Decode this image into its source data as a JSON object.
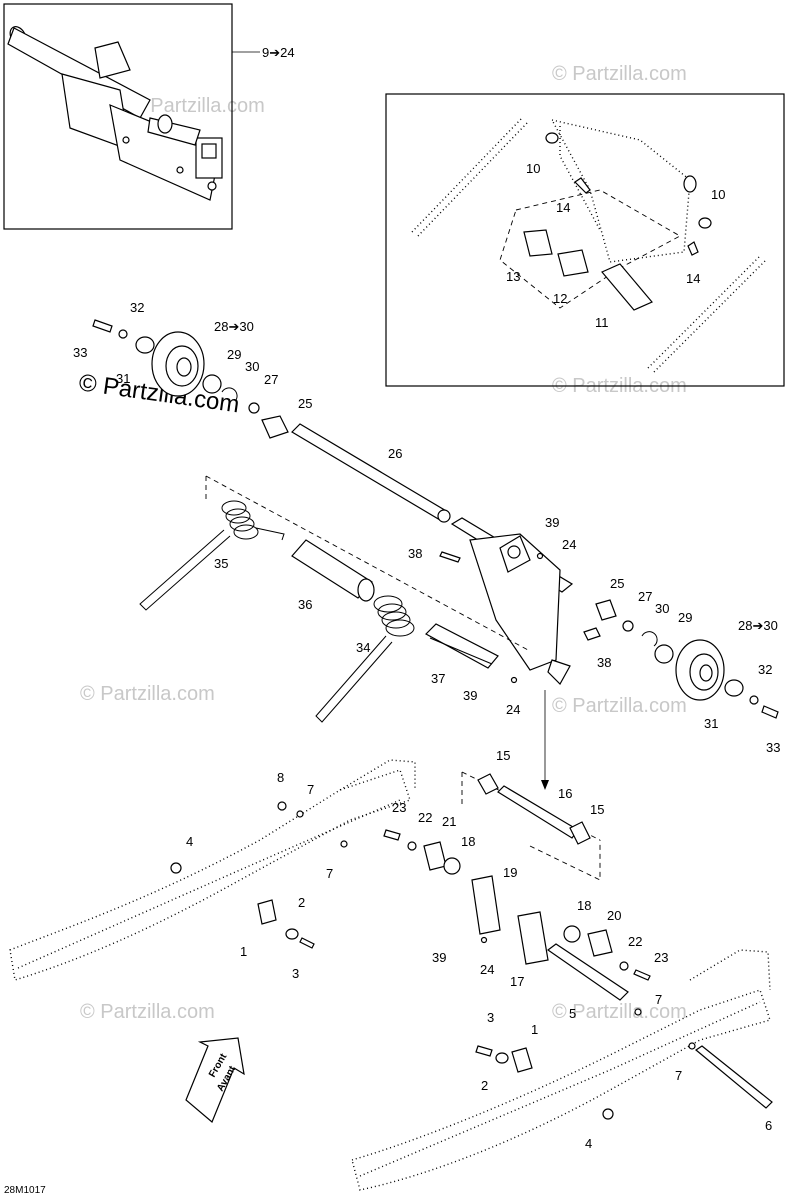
{
  "watermark": {
    "copyright_text": "© Partzilla.com",
    "repeat_text": "© Partzilla.com"
  },
  "diagram_code": "28M1017",
  "front_arrow": {
    "line1": "Front",
    "line2": "Avant"
  },
  "callouts": {
    "c9_24": "9➔24",
    "c10a": "10",
    "c10b": "10",
    "c14a": "14",
    "c14b": "14",
    "c13": "13",
    "c12": "12",
    "c11": "11",
    "c32a": "32",
    "c33a": "33",
    "c31a": "31",
    "c28_30a": "28➔30",
    "c29a": "29",
    "c30a": "30",
    "c27a": "27",
    "c25a": "25",
    "c26": "26",
    "c39a": "39",
    "c24a": "24",
    "c38a": "38",
    "c35": "35",
    "c36": "36",
    "c34": "34",
    "c37": "37",
    "c25b": "25",
    "c27b": "27",
    "c30b": "30",
    "c29b": "29",
    "c28_30b": "28➔30",
    "c38b": "38",
    "c39b": "39",
    "c24b": "24",
    "c32b": "32",
    "c31b": "31",
    "c33b": "33",
    "c15a": "15",
    "c16": "16",
    "c15b": "15",
    "c8": "8",
    "c7a": "7",
    "c4a": "4",
    "c7b": "7",
    "c23a": "23",
    "c22a": "22",
    "c21": "21",
    "c18a": "18",
    "c19": "19",
    "c2a": "2",
    "c1a": "1",
    "c3a": "3",
    "c18b": "18",
    "c20": "20",
    "c22b": "22",
    "c23b": "23",
    "c39c": "39",
    "c24c": "24",
    "c17": "17",
    "c5": "5",
    "c7c": "7",
    "c3b": "3",
    "c1b": "1",
    "c2b": "2",
    "c7d": "7",
    "c4b": "4",
    "c6": "6"
  }
}
